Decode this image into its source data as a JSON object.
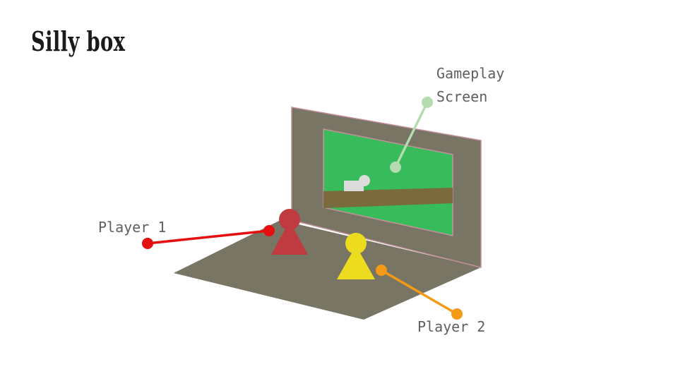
{
  "title": "Silly box",
  "labels": {
    "gameplay_screen_line1": "Gameplay",
    "gameplay_screen_line2": "Screen",
    "player1": "Player 1",
    "player2": "Player 2"
  },
  "colors": {
    "floor": "#787565",
    "back_wall": "#787565",
    "wall_border": "#c4919c",
    "screen": "#38bb5a",
    "screen_border": "#c4919c",
    "ground_strip": "#7a6b3f",
    "game_character": "#dcdcdc",
    "player1_piece": "#c03b40",
    "player1_pointer": "#e60f0f",
    "player2_piece": "#ebdc1f",
    "player2_pointer": "#f59a17",
    "screen_pointer": "#b5dcb0"
  },
  "icons": {
    "player1_piece": "pawn-icon",
    "player2_piece": "pawn-icon"
  }
}
